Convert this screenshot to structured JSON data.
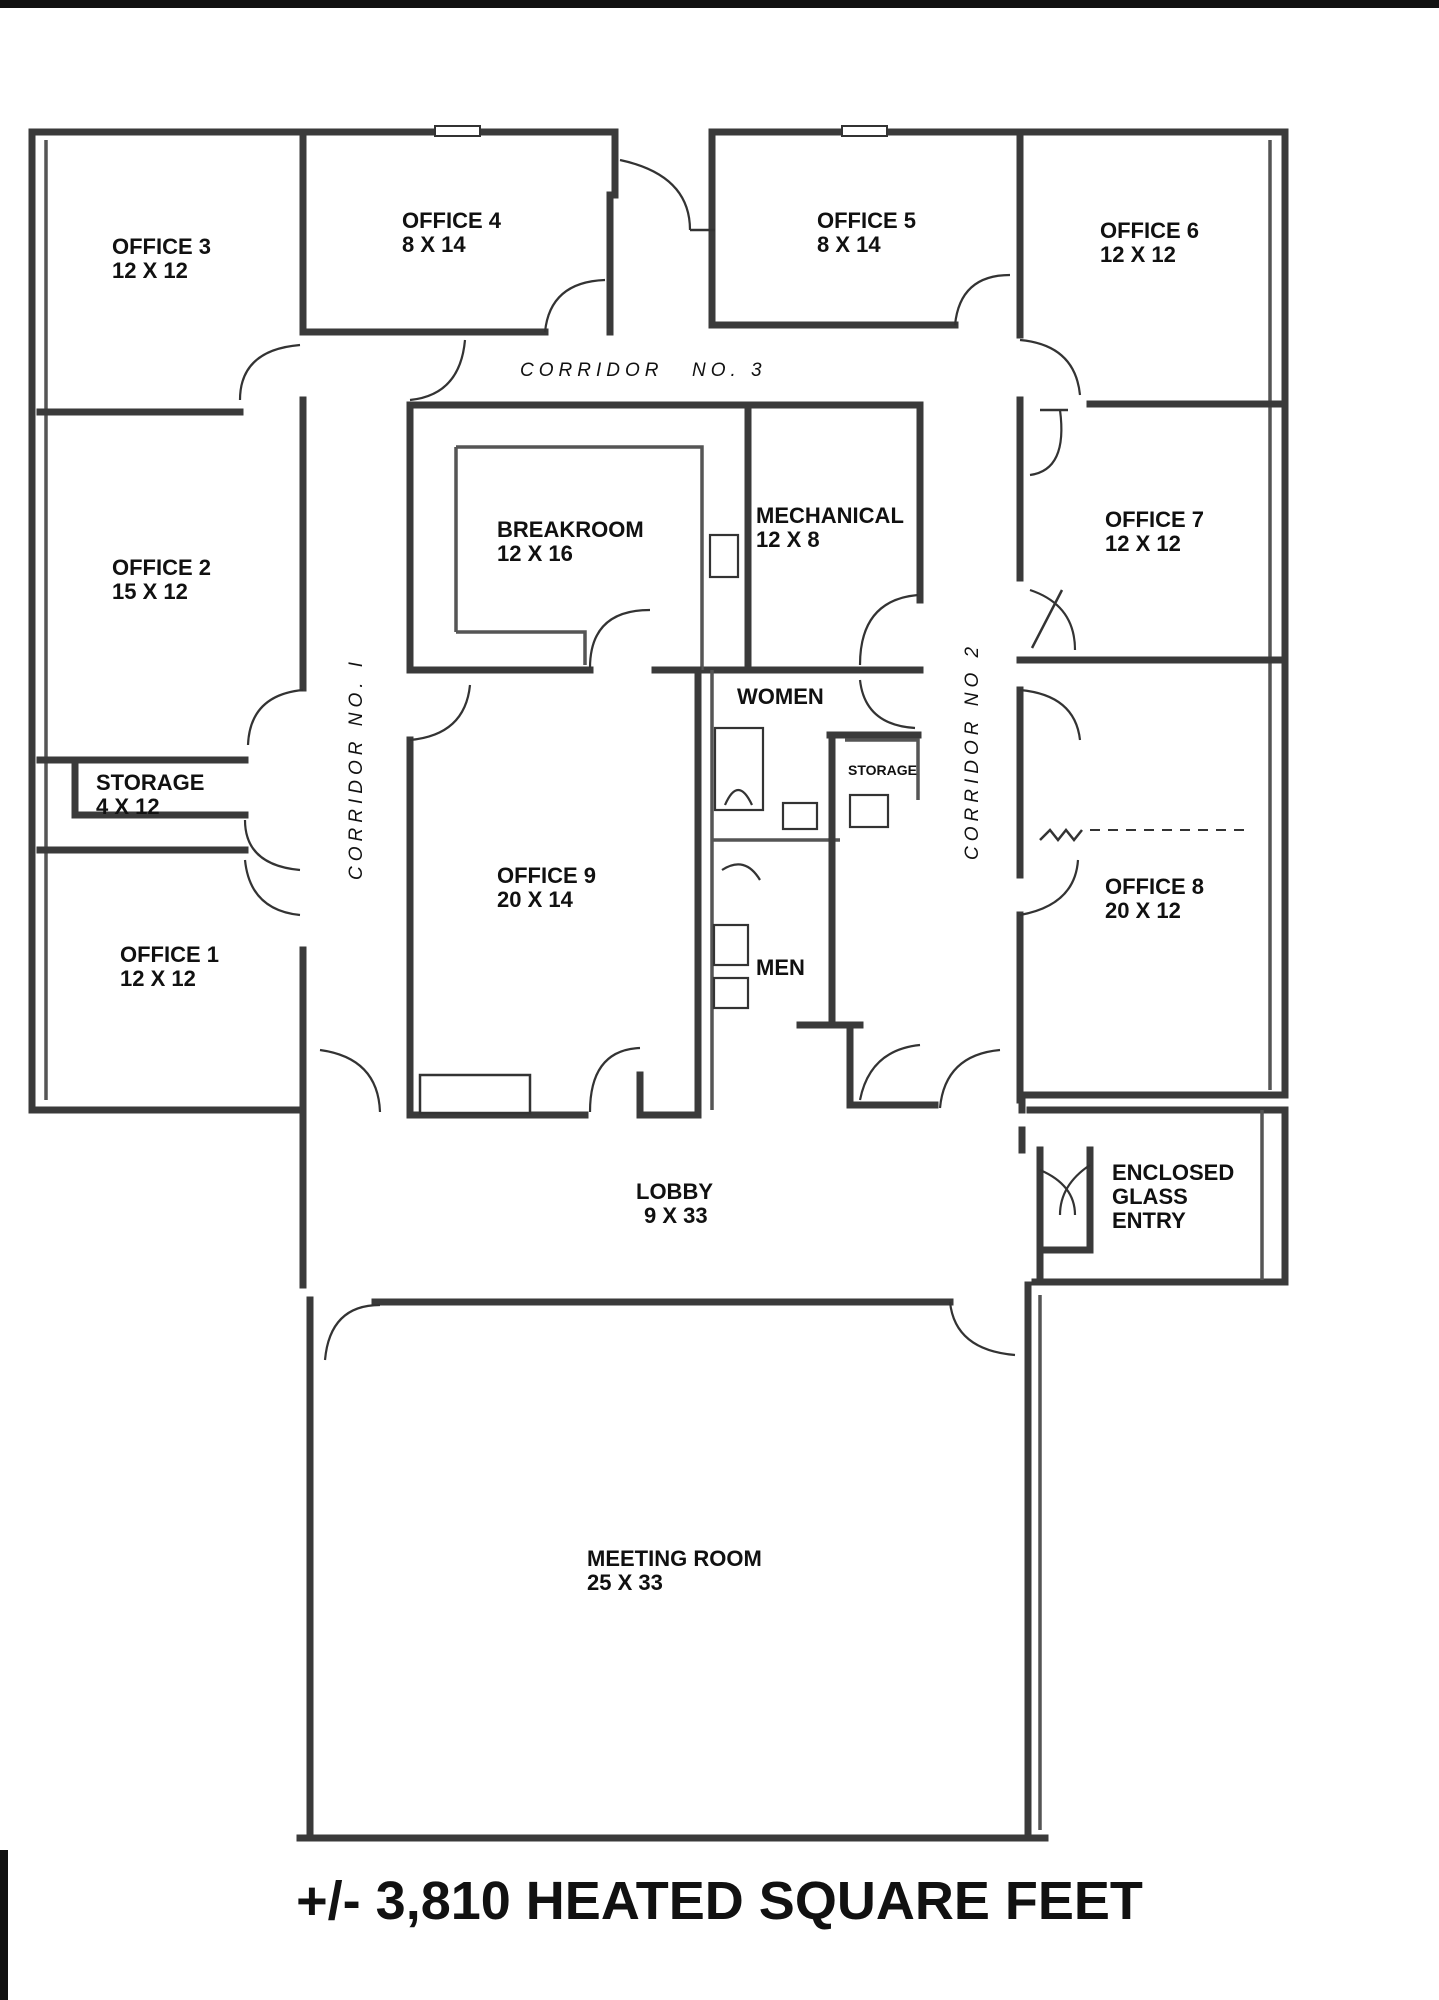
{
  "rooms": {
    "office3": {
      "name": "OFFICE 3",
      "size": "12 X 12"
    },
    "office4": {
      "name": "OFFICE 4",
      "size": "8 X 14"
    },
    "office5": {
      "name": "OFFICE 5",
      "size": "8 X 14"
    },
    "office6": {
      "name": "OFFICE 6",
      "size": "12 X 12"
    },
    "office2": {
      "name": "OFFICE 2",
      "size": "15 X 12"
    },
    "breakroom": {
      "name": "BREAKROOM",
      "size": "12 X 16"
    },
    "mechanical": {
      "name": "MECHANICAL",
      "size": "12 X 8"
    },
    "office7": {
      "name": "OFFICE 7",
      "size": "12 X 12"
    },
    "storage_left": {
      "name": "STORAGE",
      "size": "4 X 12"
    },
    "women": {
      "name": "WOMEN"
    },
    "storage_small": {
      "name": "STORAGE"
    },
    "office9": {
      "name": "OFFICE 9",
      "size": "20 X 14"
    },
    "office8": {
      "name": "OFFICE 8",
      "size": "20 X 12"
    },
    "office1": {
      "name": "OFFICE 1",
      "size": "12 X 12"
    },
    "men": {
      "name": "MEN"
    },
    "lobby": {
      "name": "LOBBY",
      "size": "9 X 33"
    },
    "entry": {
      "line1": "ENCLOSED",
      "line2": "GLASS",
      "line3": "ENTRY"
    },
    "meeting": {
      "name": "MEETING ROOM",
      "size": "25 X 33"
    }
  },
  "corridors": {
    "no3": {
      "a": "CORRIDOR",
      "b": "NO. 3"
    },
    "no1": "CORRIDOR  NO. I",
    "no2": "CORRIDOR  NO 2"
  },
  "footer": "+/- 3,810 HEATED SQUARE FEET"
}
